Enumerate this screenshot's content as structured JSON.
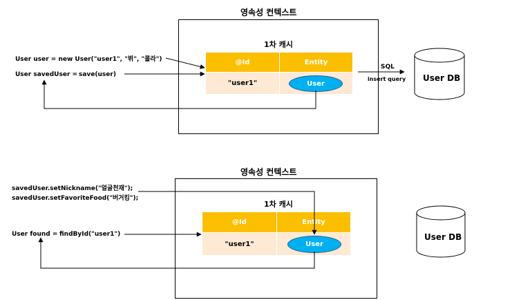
{
  "top": {
    "context_title": "영속성 컨텍스트",
    "cache_title": "1차 캐시",
    "col_id": "@Id",
    "col_entity": "Entity",
    "row_id": "\"user1\"",
    "row_entity": "User",
    "code_line1": "User user = new User(\"user1\", \"뷔\", \"콜라\")",
    "code_line2_left": "User savedUser =",
    "code_line2_right": "save(user)",
    "sql_label": "SQL",
    "sql_sub": "insert query",
    "db_label": "User DB"
  },
  "bottom": {
    "context_title": "영속성 컨텍스트",
    "cache_title": "1차 캐시",
    "col_id": "@Id",
    "col_entity": "Entity",
    "row_id": "\"user1\"",
    "row_entity": "User",
    "code_line1": "savedUser.setNickname(\"얼굴천재\");",
    "code_line2": "savedUser.setFavoriteFood(\"버거킹\");",
    "code_line3_left": "User found =",
    "code_line3_right": "findById(\"user1\")",
    "db_label": "User DB"
  },
  "colors": {
    "header": "#fbbf00",
    "cell": "#fde9d4",
    "ellipse": "#00b0f0"
  }
}
